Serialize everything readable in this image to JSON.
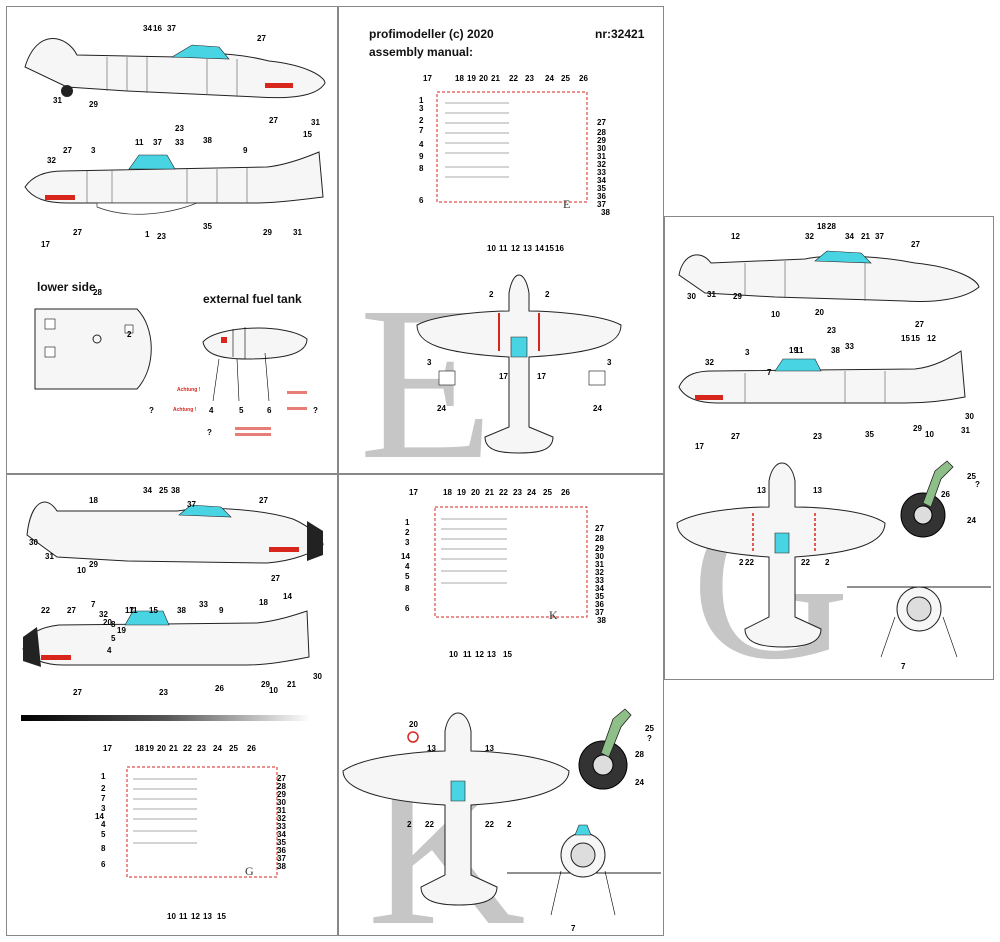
{
  "header": {
    "line1": "profimodeller (c) 2020",
    "line2": "assembly manual:",
    "catalog": "nr:32421"
  },
  "labels": {
    "lower_side": "lower side",
    "external_tank": "external fuel tank",
    "achtung": "Achtung !"
  },
  "variants": [
    "E",
    "G",
    "K"
  ],
  "panel_letters": {
    "sheet1": "E",
    "sheet2": "K",
    "sheet3": "G"
  },
  "callouts": {
    "p1_side_top": [
      "34",
      "16",
      "37",
      "27",
      "31",
      "29",
      "23",
      "27"
    ],
    "p1_side_bottom": [
      "11",
      "37",
      "33",
      "38",
      "9",
      "32",
      "27",
      "3",
      "15",
      "31",
      "17",
      "27",
      "1",
      "23",
      "35",
      "29",
      "31"
    ],
    "p1_lower": [
      "28",
      "2",
      "4",
      "5",
      "6",
      "?",
      "?",
      "?"
    ],
    "sheet_E_top": [
      "17",
      "18",
      "19",
      "20",
      "21",
      "22",
      "23",
      "24",
      "25",
      "26"
    ],
    "sheet_E_left": [
      "1",
      "3",
      "2",
      "7",
      "4",
      "9",
      "8",
      "6"
    ],
    "sheet_E_right": [
      "27",
      "28",
      "29",
      "30",
      "31",
      "32",
      "33",
      "34",
      "35",
      "36",
      "37",
      "38"
    ],
    "sheet_E_bottom": [
      "10",
      "11",
      "12",
      "13",
      "14",
      "15",
      "16"
    ],
    "plan_E": [
      "2",
      "2",
      "3",
      "3",
      "17",
      "17",
      "24",
      "24"
    ],
    "p3_side_top": [
      "12",
      "32",
      "18",
      "28",
      "34",
      "21",
      "37",
      "27",
      "30",
      "31",
      "29",
      "10",
      "20",
      "23",
      "27",
      "15",
      "12"
    ],
    "p3_side_bottom": [
      "32",
      "3",
      "7",
      "19",
      "11",
      "38",
      "33",
      "15",
      "17",
      "27",
      "23",
      "35",
      "29",
      "10",
      "31",
      "30"
    ],
    "p3_plan": [
      "13",
      "13",
      "22",
      "22",
      "2",
      "2",
      "7",
      "25",
      "26",
      "24",
      "?"
    ],
    "p4_side_top": [
      "18",
      "34",
      "25",
      "38",
      "37",
      "27",
      "30",
      "31",
      "10",
      "29",
      "11",
      "15",
      "27"
    ],
    "p4_side_bottom": [
      "22",
      "27",
      "7",
      "32",
      "20",
      "8",
      "19",
      "5",
      "4",
      "17",
      "38",
      "33",
      "9",
      "18",
      "14",
      "27",
      "23",
      "26",
      "29",
      "21",
      "10",
      "30"
    ],
    "sheet_K_top": [
      "17",
      "18",
      "19",
      "20",
      "21",
      "22",
      "23",
      "24",
      "25",
      "26"
    ],
    "sheet_K_left": [
      "1",
      "2",
      "3",
      "14",
      "4",
      "5",
      "8",
      "6"
    ],
    "sheet_K_right": [
      "27",
      "28",
      "29",
      "30",
      "31",
      "32",
      "33",
      "34",
      "35",
      "36",
      "37",
      "38"
    ],
    "sheet_K_bottom": [
      "10",
      "11",
      "12",
      "13",
      "15"
    ],
    "sheet_G_top": [
      "17",
      "18",
      "19",
      "20",
      "21",
      "22",
      "23",
      "24",
      "25",
      "26"
    ],
    "sheet_G_left": [
      "1",
      "2",
      "7",
      "3",
      "14",
      "4",
      "5",
      "8",
      "6"
    ],
    "sheet_G_right": [
      "27",
      "28",
      "29",
      "30",
      "31",
      "32",
      "33",
      "34",
      "35",
      "36",
      "37",
      "38"
    ],
    "sheet_G_bottom": [
      "10",
      "11",
      "12",
      "13",
      "15"
    ],
    "plan_K": [
      "20",
      "13",
      "13",
      "2",
      "2",
      "22",
      "22",
      "7",
      "25",
      "28",
      "24",
      "?"
    ]
  },
  "colors": {
    "canopy": "#49d4e3",
    "decal_red": "#d9261c",
    "watermark": "#999999"
  }
}
